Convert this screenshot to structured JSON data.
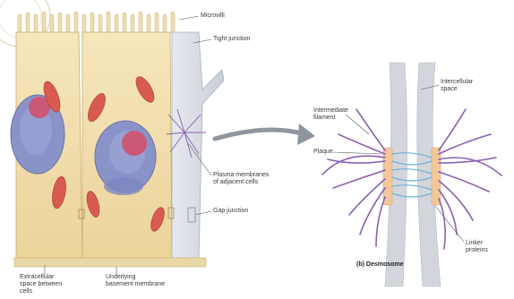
{
  "labels": {
    "microvilli": "Microvilli",
    "tight_junction": "Tight junction",
    "plasma_membranes": "Plasma membranes\nof adjacent cells",
    "gap_junction": "Gap junction",
    "extracellular_space": "Extracellular\nspace between\ncells",
    "underlying_basement": "Underlying\nbasement membrane",
    "intercellular_space": "Intercellular\nspace",
    "intermediate_filament": "Intermediate\nfilament",
    "plaque": "Plaque",
    "linker_proteins": "Linker\nproteins",
    "desmosome_caption": "(b) Desmosome"
  },
  "colors": {
    "cell_fill": "#f0dca8",
    "nucleus_blue": "#8a93c8",
    "nucleus_pink": "#cc5878",
    "mitochondria": "#d95a4e",
    "filament_purple": "#8a5fb4",
    "plaque_peach": "#f2c79a",
    "linker_blue": "#6fb2d6",
    "membrane_gray": "#d2d6dc",
    "arrow_gray": "#8f959c"
  }
}
